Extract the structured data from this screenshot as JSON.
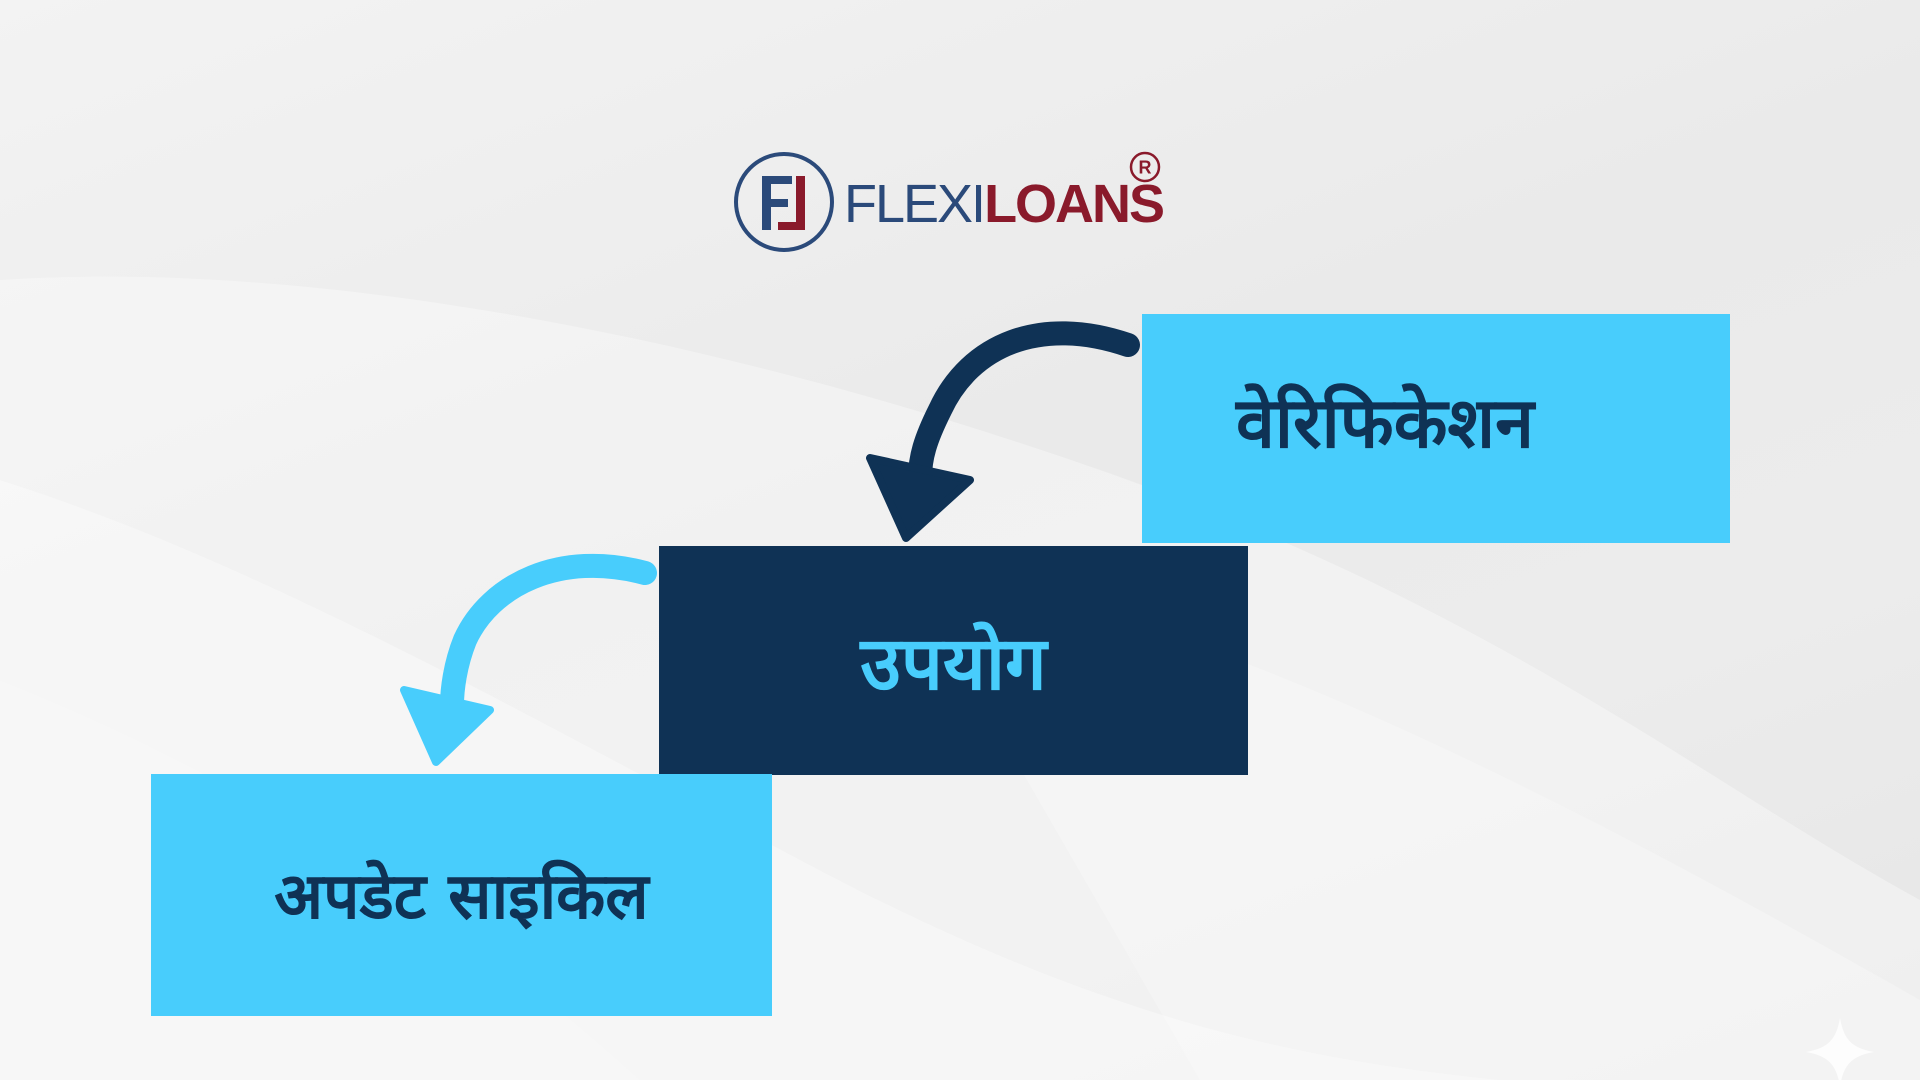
{
  "logo": {
    "flexi": "FLEXI",
    "loans": "LOANS",
    "registered_symbol": "®",
    "colors": {
      "navy": "#2b4a7a",
      "maroon": "#8a1a2b"
    }
  },
  "steps": [
    {
      "id": "verification",
      "label": "वेरिफिकेशन",
      "fill": "#48cdfc",
      "text_color": "#0f3255"
    },
    {
      "id": "usage",
      "label": "उपयोग",
      "fill": "#0f3255",
      "text_color": "#48cdfc"
    },
    {
      "id": "update-cycle",
      "label": "अपडेट साइकिल",
      "fill": "#48cdfc",
      "text_color": "#0f3255"
    }
  ],
  "arrows": [
    {
      "from": "verification",
      "to": "usage",
      "color": "#0f3255"
    },
    {
      "from": "usage",
      "to": "update-cycle",
      "color": "#48cdfc"
    }
  ]
}
